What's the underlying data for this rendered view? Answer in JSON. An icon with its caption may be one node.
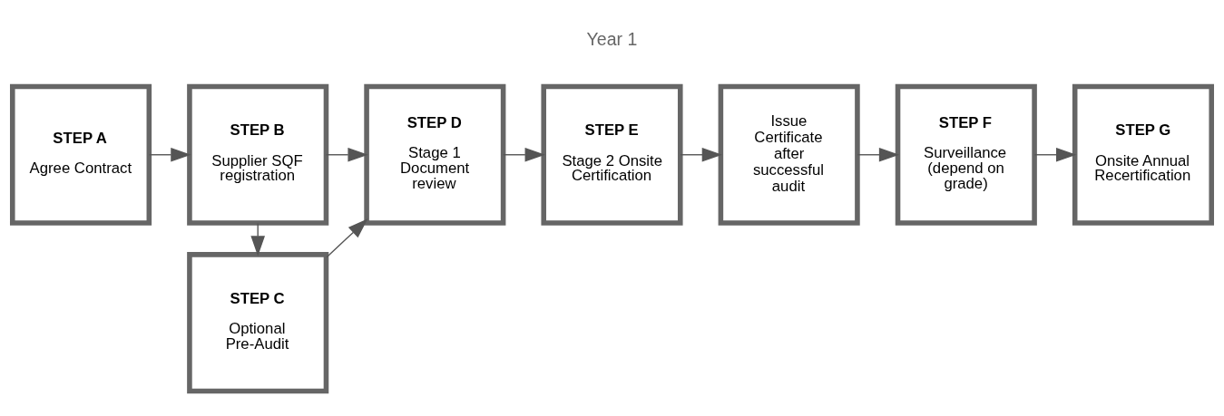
{
  "diagram": {
    "nodes": [
      {
        "text": [
          "STEP A",
          "Agree Contract"
        ]
      },
      {
        "text": [
          "STEP B",
          "Supplier SQF registration"
        ]
      },
      {
        "text": [
          "STEP C",
          "Optional Pre-Audit"
        ]
      },
      {
        "text": [
          "STEP D",
          "Stage 1 Document review"
        ]
      },
      {
        "text": [
          "STEP E",
          "Stage 2 Onsite Certification"
        ]
      },
      {
        "text": [
          "Issue Certificate after successful audit"
        ]
      },
      {
        "text": [
          "STEP F",
          "Surveillance (depend on grade)"
        ]
      },
      {
        "text": [
          "STEP G",
          "Onsite Annual Recertification"
        ]
      }
    ],
    "edges": [
      {
        "from": 0,
        "to": 1,
        "arrow": "to"
      },
      {
        "from": 1,
        "to": 2,
        "arrow": "to"
      },
      {
        "from": 2,
        "to": 3,
        "arrow": "to"
      },
      {
        "from": 1,
        "to": 3,
        "arrow": "to"
      },
      {
        "from": 3,
        "to": 4,
        "arrow": "to"
      },
      {
        "from": 4,
        "to": 5,
        "arrow": "to"
      },
      {
        "from": 5,
        "to": 6,
        "arrow": "to"
      },
      {
        "from": 6,
        "to": 7,
        "arrow": "to"
      }
    ],
    "labels": [
      "Year 1"
    ]
  }
}
